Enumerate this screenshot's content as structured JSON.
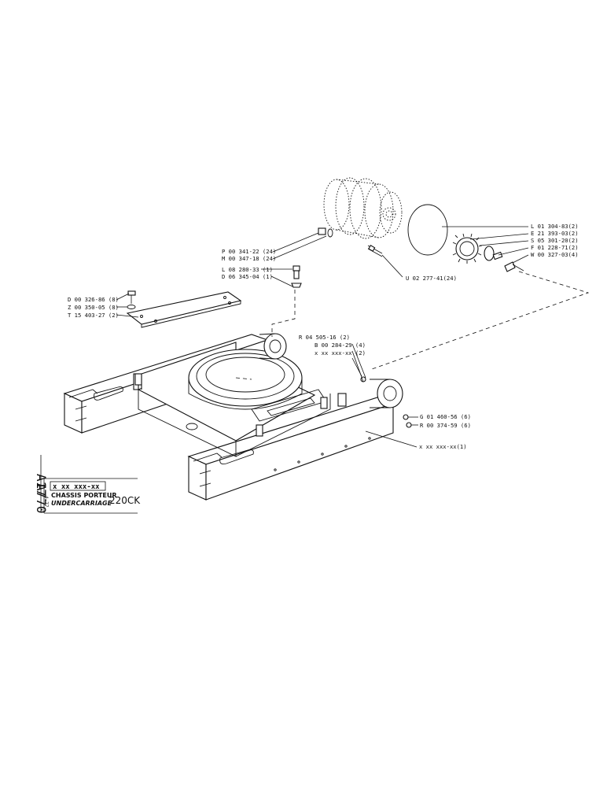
{
  "title_block": {
    "code_1": "A17",
    "code_2": "A770",
    "date": "4-77",
    "reference": "x xx xxx-xx",
    "name_fr": "CHASSIS PORTEUR",
    "name_en": "UNDERCARRIAGE",
    "model": "220CK"
  },
  "labels": [
    {
      "id": "l-01-304",
      "text": "L 01 304-83(2)"
    },
    {
      "id": "e-21-393",
      "text": "E 21 393-03(2)"
    },
    {
      "id": "s-05-301",
      "text": "S 05 301-20(2)"
    },
    {
      "id": "f-01-228",
      "text": "F 01 228-71(2)"
    },
    {
      "id": "w-00-327",
      "text": "W 00 327-03(4)"
    },
    {
      "id": "u-02-277",
      "text": "U 02 277-41(24)"
    },
    {
      "id": "p-00-341",
      "text": "P 00 341-22 (24)"
    },
    {
      "id": "m-00-347",
      "text": "M 00 347-18 (24)"
    },
    {
      "id": "l-08-280",
      "text": "L 08 280-33 (1)"
    },
    {
      "id": "d-06-345",
      "text": "D 06 345-04 (1)"
    },
    {
      "id": "d-00-326",
      "text": "D 00 326-86 (8)"
    },
    {
      "id": "z-00-350",
      "text": "Z 00 350-05 (8)"
    },
    {
      "id": "t-15-403",
      "text": "T 15 403-27 (2)"
    },
    {
      "id": "r-04-505",
      "text": "R 04 505-16 (2)"
    },
    {
      "id": "b-00-284",
      "text": "B 00 284-29 (4)"
    },
    {
      "id": "x-xx-2",
      "text": "x xx xxx-xx (2)"
    },
    {
      "id": "g-01-460",
      "text": "G 01 460-56 (6)"
    },
    {
      "id": "r-00-374",
      "text": "R 00 374-59 (6)"
    },
    {
      "id": "x-xx-1",
      "text": "x xx xxx-xx(1)"
    }
  ]
}
